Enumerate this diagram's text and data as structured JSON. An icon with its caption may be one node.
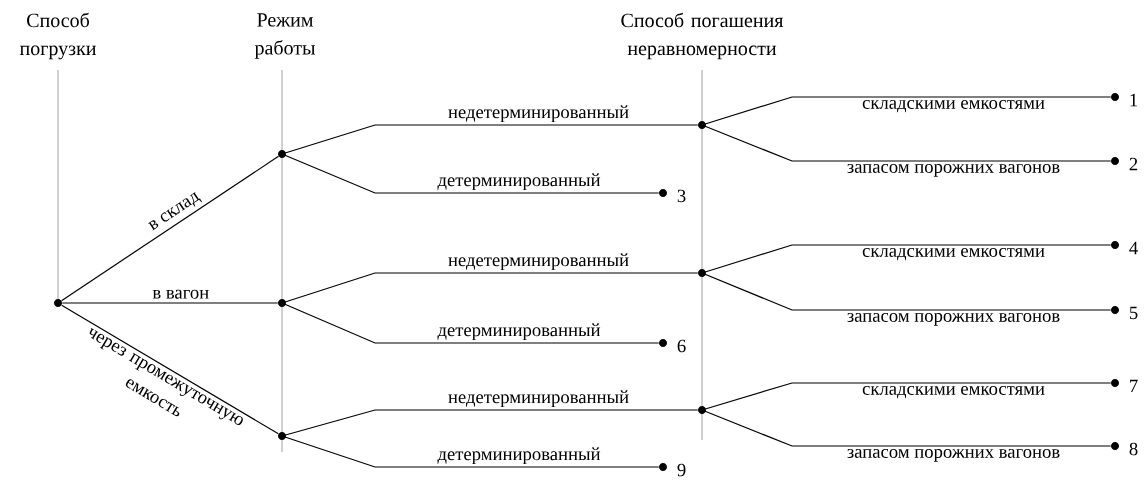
{
  "diagram": {
    "nodes": [
      {
        "text": [],
        "shape": "circle"
      },
      {
        "text": [],
        "shape": "circle"
      },
      {
        "text": [],
        "shape": "circle"
      },
      {
        "text": [],
        "shape": "circle"
      },
      {
        "text": [],
        "shape": "circle"
      },
      {
        "text": [],
        "shape": "circle"
      },
      {
        "text": [],
        "shape": "circle"
      },
      {
        "text": [],
        "shape": "circle",
        "beside": [
          "1"
        ]
      },
      {
        "text": [],
        "shape": "circle",
        "beside": [
          "2"
        ]
      },
      {
        "text": [],
        "shape": "circle",
        "beside": [
          "3"
        ]
      },
      {
        "text": [],
        "shape": "circle",
        "beside": [
          "4"
        ]
      },
      {
        "text": [],
        "shape": "circle",
        "beside": [
          "5"
        ]
      },
      {
        "text": [],
        "shape": "circle",
        "beside": [
          "6"
        ]
      },
      {
        "text": [],
        "shape": "circle",
        "beside": [
          "7"
        ]
      },
      {
        "text": [],
        "shape": "circle",
        "beside": [
          "8"
        ]
      },
      {
        "text": [],
        "shape": "circle",
        "beside": [
          "9"
        ]
      }
    ],
    "edges": [
      {
        "from": 0,
        "to": 1,
        "arrow": "none",
        "label": "в склад"
      },
      {
        "from": 0,
        "to": 2,
        "arrow": "none",
        "label": "в вагон"
      },
      {
        "from": 0,
        "to": 3,
        "arrow": "none",
        "label": "через промежуточную емкость"
      },
      {
        "from": 1,
        "to": 4,
        "arrow": "none",
        "label": "недетерминированный"
      },
      {
        "from": 1,
        "to": 9,
        "arrow": "none",
        "label": "детерминированный"
      },
      {
        "from": 2,
        "to": 5,
        "arrow": "none",
        "label": "недетерминированный"
      },
      {
        "from": 2,
        "to": 12,
        "arrow": "none",
        "label": "детерминированный"
      },
      {
        "from": 3,
        "to": 6,
        "arrow": "none",
        "label": "недетерминированный"
      },
      {
        "from": 3,
        "to": 15,
        "arrow": "none",
        "label": "детерминированный"
      },
      {
        "from": 4,
        "to": 7,
        "arrow": "none",
        "label": "складскими емкостями"
      },
      {
        "from": 4,
        "to": 8,
        "arrow": "none",
        "label": "запасом порожних вагонов"
      },
      {
        "from": 5,
        "to": 10,
        "arrow": "none",
        "label": "складскими емкостями"
      },
      {
        "from": 5,
        "to": 11,
        "arrow": "none",
        "label": "запасом порожних вагонов"
      },
      {
        "from": 6,
        "to": 13,
        "arrow": "none",
        "label": "складскими емкостями"
      },
      {
        "from": 6,
        "to": 14,
        "arrow": "none",
        "label": "запасом порожних вагонов"
      }
    ],
    "labels": [
      "Способ погрузки",
      "Режим работы",
      "Способ погашения неравномерности"
    ]
  }
}
